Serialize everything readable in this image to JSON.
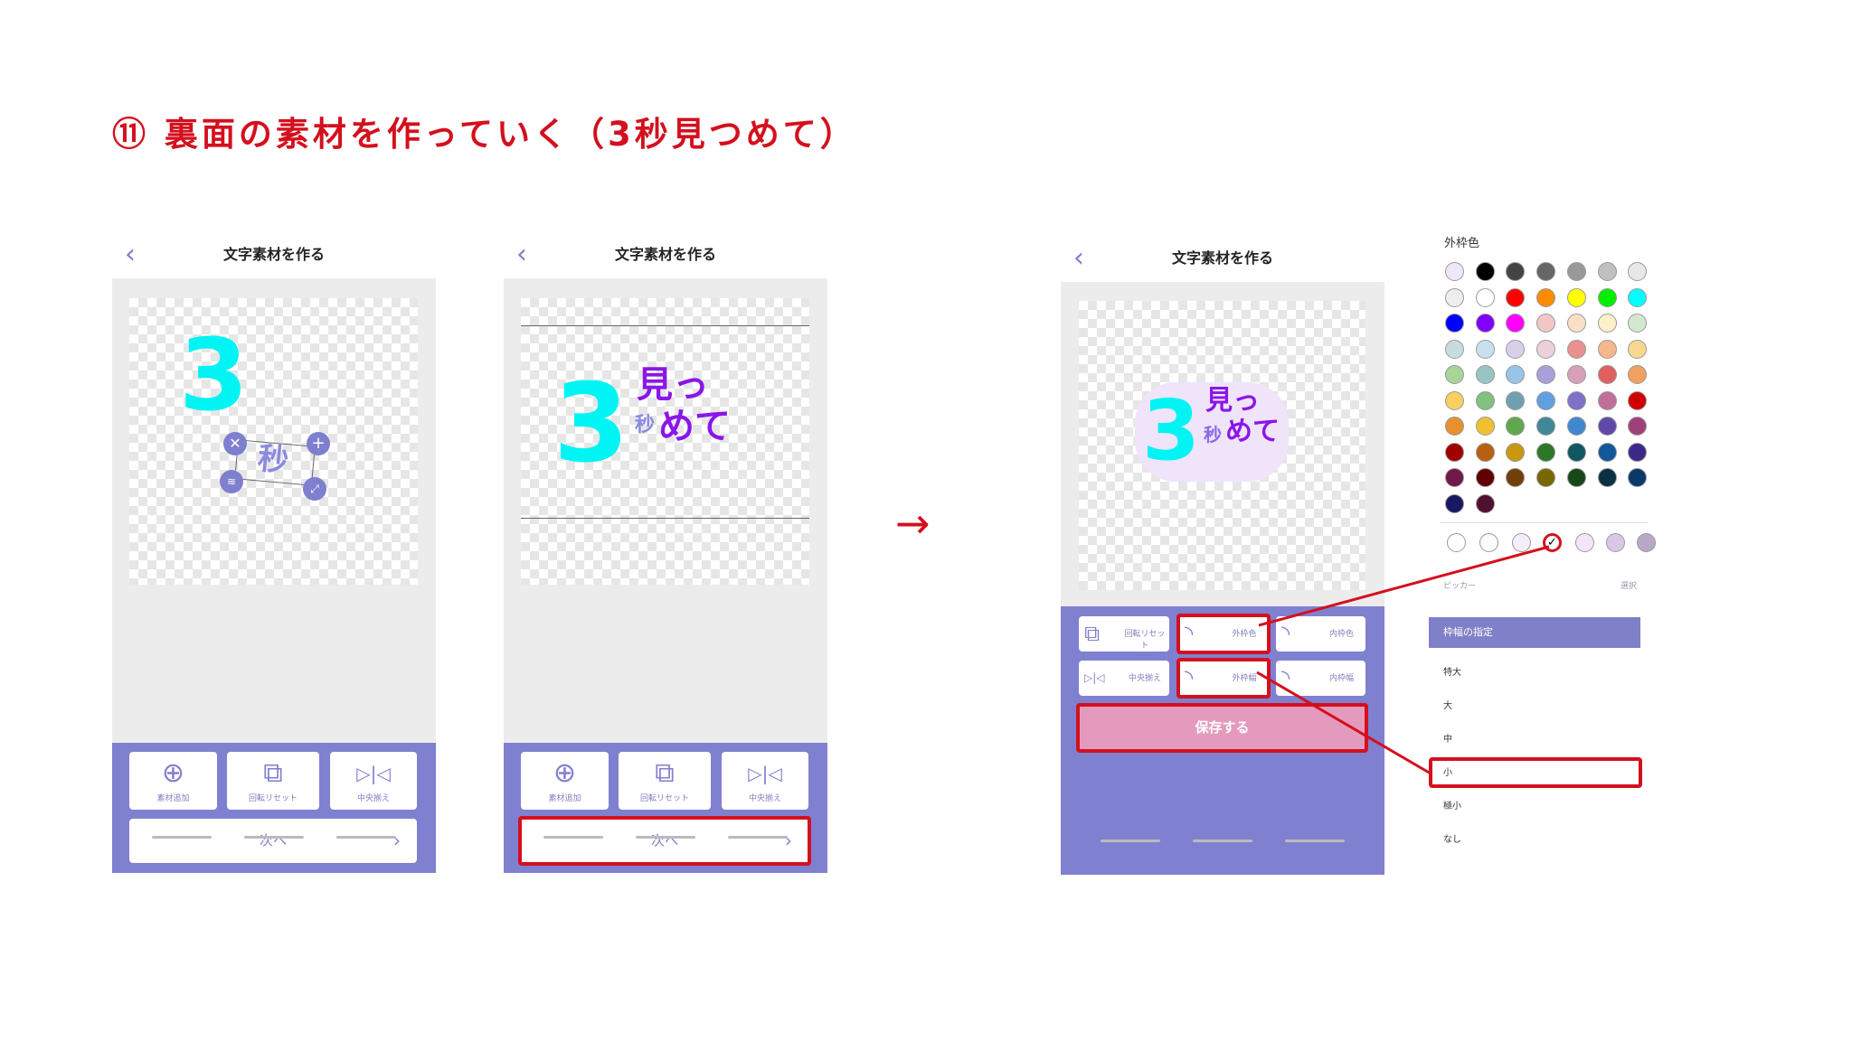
{
  "title": "⑪ 裏面の素材を作っていく（3秒見つめて）",
  "arrow": "→",
  "screen_title": "文字素材を作る",
  "back_icon": "‹",
  "canvas_text": {
    "three": "3",
    "byou": "秒",
    "mitsu": "見っ",
    "mete": "めて"
  },
  "tools": {
    "add": "素材追加",
    "rotate_reset": "回転リセット",
    "center": "中央揃え",
    "outer_color": "外枠色",
    "inner_color": "内枠色",
    "outer_width": "外枠幅",
    "inner_width": "内枠幅"
  },
  "next_label": "次へ",
  "next_chevron": "›",
  "save_label": "保存する",
  "color_panel": {
    "label": "外枠色",
    "palette": [
      "#efe6f8",
      "#000000",
      "#444444",
      "#666666",
      "#999999",
      "#c0c0c0",
      "#e8e8e8",
      "#eeeeee",
      "#ffffff",
      "#ff0000",
      "#ff8c00",
      "#ffff00",
      "#00ee00",
      "#00ffff",
      "#0000ff",
      "#8000ff",
      "#ff00ff",
      "#f2c6c6",
      "#fbe0c8",
      "#fbf0c8",
      "#d4e8d0",
      "#c8dce0",
      "#c8e0f0",
      "#d8d0e8",
      "#ecd0dc",
      "#e89090",
      "#f4b88c",
      "#f8d890",
      "#a8d498",
      "#98c4c4",
      "#98c4e8",
      "#a8a0d8",
      "#d8a0b8",
      "#e06060",
      "#f0a060",
      "#f8d060",
      "#80c080",
      "#70a0b0",
      "#60a0e0",
      "#8070c8",
      "#c07098",
      "#d00000",
      "#e89030",
      "#f0c030",
      "#60a850",
      "#408898",
      "#4088d0",
      "#6048a8",
      "#a04078",
      "#a00000",
      "#b86010",
      "#c89810",
      "#2c7828",
      "#105860",
      "#105898",
      "#3c2888",
      "#701848",
      "#600000",
      "#704008",
      "#786800",
      "#184818",
      "#0c3040",
      "#0c3868",
      "#181860",
      "#501030"
    ],
    "recent": [
      "#ffffff",
      "#fafaff",
      "#f5eefa",
      "#ffffff",
      "#f3e6f8",
      "#d8c8e8",
      "#b8a8c8"
    ],
    "selected_recent_index": 3,
    "check_icon": "✓",
    "picker_label": "ピッカー",
    "select_label": "選択"
  },
  "width_panel": {
    "header": "枠幅の指定",
    "options": [
      "特大",
      "大",
      "中",
      "小",
      "極小",
      "なし"
    ],
    "selected": "小"
  },
  "accent": "#8080d0",
  "highlight": "#d4101e"
}
